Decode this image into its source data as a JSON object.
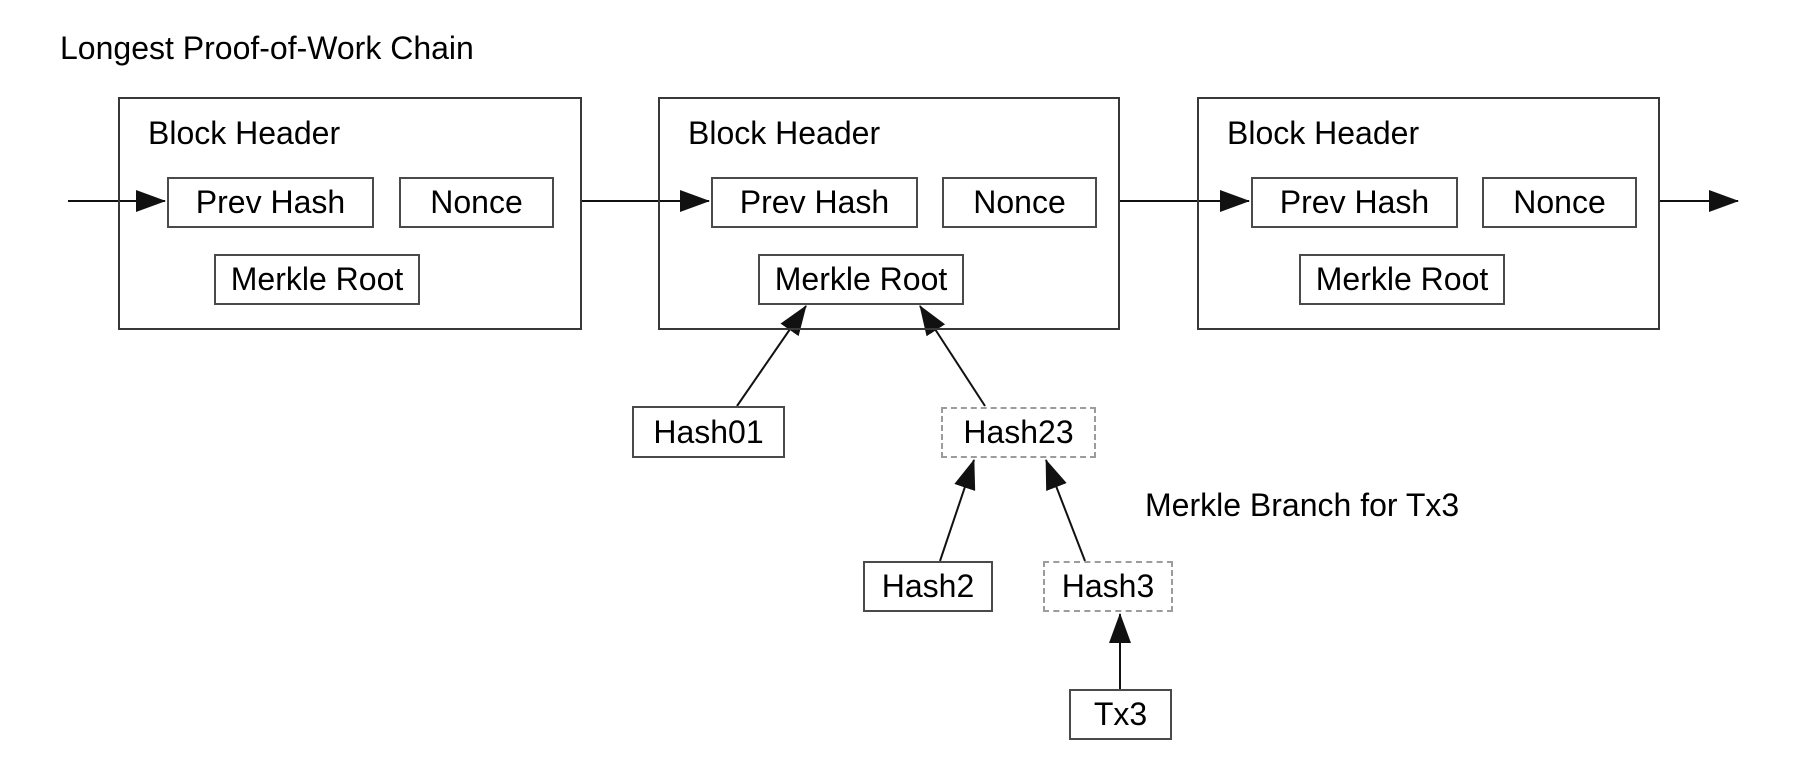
{
  "title": "Longest Proof-of-Work Chain",
  "annotation": "Merkle Branch for Tx3",
  "blocks": [
    {
      "header": "Block Header",
      "prev_hash": "Prev Hash",
      "nonce": "Nonce",
      "merkle_root": "Merkle Root"
    },
    {
      "header": "Block Header",
      "prev_hash": "Prev Hash",
      "nonce": "Nonce",
      "merkle_root": "Merkle Root"
    },
    {
      "header": "Block Header",
      "prev_hash": "Prev Hash",
      "nonce": "Nonce",
      "merkle_root": "Merkle Root"
    }
  ],
  "merkle_tree": {
    "hash01": "Hash01",
    "hash23": "Hash23",
    "hash2": "Hash2",
    "hash3": "Hash3",
    "tx3": "Tx3"
  },
  "colors": {
    "background": "#ffffff",
    "text": "#000000",
    "solid_border": "#4a4a4a",
    "block_border": "#383838",
    "dashed_border": "#9c9c9c",
    "arrow": "#111111"
  }
}
